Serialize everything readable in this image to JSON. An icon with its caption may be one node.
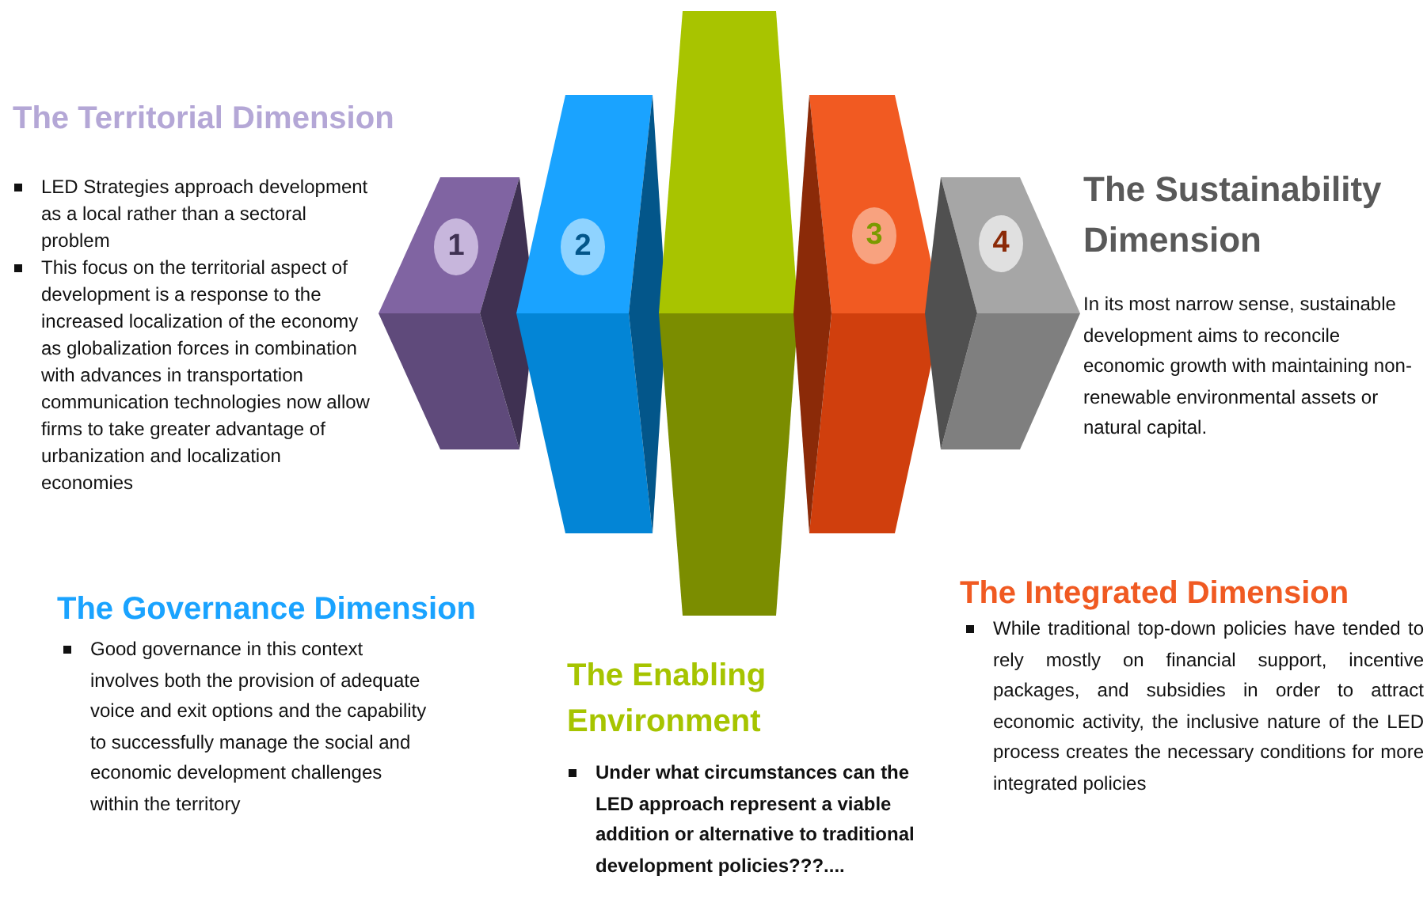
{
  "diagram": {
    "nodes": [
      {
        "text": [
          "1"
        ]
      },
      {
        "text": [
          "2"
        ]
      },
      {
        "text": [],
        "shape": "box"
      },
      {
        "text": [
          "3"
        ]
      },
      {
        "text": [
          "4"
        ]
      }
    ],
    "labels": [
      "The Territorial Dimension",
      "LED Strategies approach development as a local rather than a sectoral problem",
      "This focus on the territorial aspect of development is a response to the increased localization of the economy as globalization forces in combination with advances in transportation  communication technologies now allow firms to take greater advantage of urbanization and localization economies",
      "The Sustainability Dimension",
      "In its most narrow sense, sustainable development aims to reconcile economic growth with maintaining non-renewable environmental assets or natural capital.",
      "The Governance Dimension",
      "Good governance in this context involves both the provision of adequate voice and exit options and the capability to successfully manage the social and economic development challenges within the territory",
      "The Integrated Dimension",
      "While traditional top-down policies have tended to rely mostly on financial support, incentive packages, and subsidies in order to attract economic activity, the inclusive nature of the LED process creates the necessary conditions for more integrated policies",
      "The Enabling Environment",
      "Under what circumstances can the LED approach represent a viable addition or alternative to traditional development policies???...."
    ]
  }
}
